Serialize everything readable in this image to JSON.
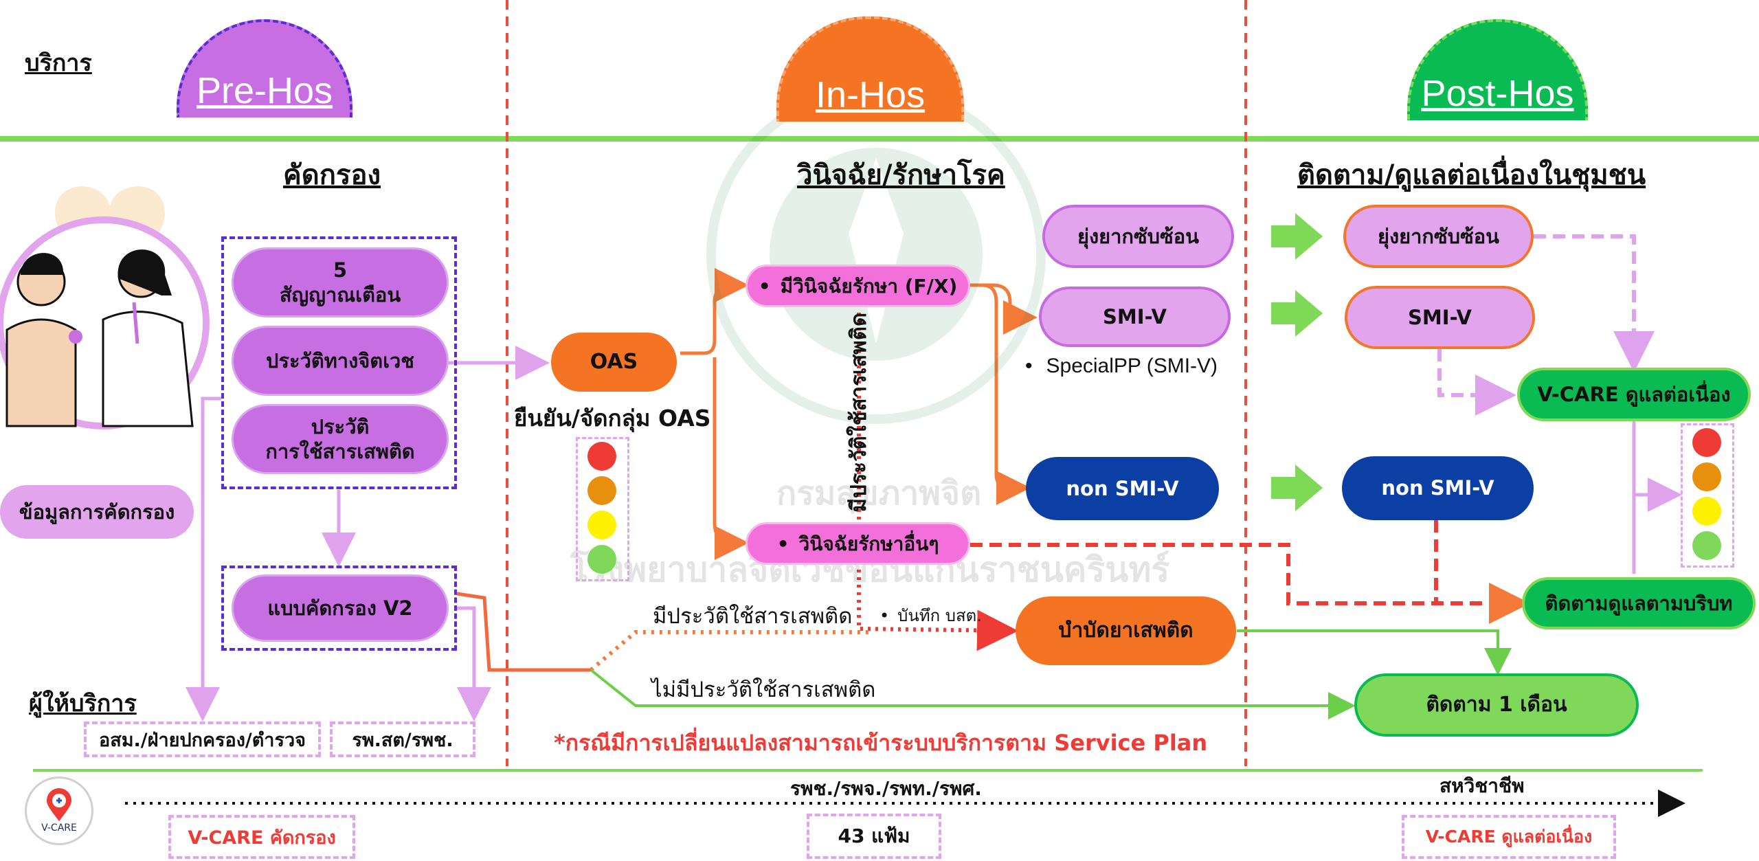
{
  "phases": {
    "service_label": "บริการ",
    "pre": "Pre-Hos",
    "in": "In-Hos",
    "post": "Post-Hos"
  },
  "headings": {
    "screening": "คัดกรอง",
    "diagnosis": "วินิจฉัย/รักษาโรค",
    "followup": "ติดตาม/ดูแลต่อเนื่องในชุมชน"
  },
  "pre_hos": {
    "warning_signs": "5\nสัญญาณเตือน",
    "psych_history": "ประวัติทางจิตเวช",
    "drug_history": "ประวัติ\nการใช้สารเสพติด",
    "screening_form": "แบบคัดกรอง V2",
    "screening_data": "ข้อมูลการคัดกรอง"
  },
  "in_hos": {
    "oas": "OAS",
    "oas_confirm": "ยืนยัน/จัดกลุ่ม OAS",
    "diag_fx": "มีวินิจฉัยรักษา (F/X)",
    "diag_other": "วินิจฉัยรักษาอื่นๆ",
    "vertical_note": "มีประวัติใช้สารเสพติด",
    "complex": "ยุ่งยากซับซ้อน",
    "smiv": "SMI-V",
    "special_pp": "SpecialPP (SMI-V)",
    "non_smiv": "non SMI-V",
    "drug_treatment": "บำบัดยาเสพติด",
    "has_drug_history": "มีประวัติใช้สารเสพติด",
    "record_note": "บันทึก บสต.",
    "no_drug_history": "ไม่มีประวัติใช้สารเสพติด",
    "service_plan_note": "*กรณีมีการเปลี่ยนแปลงสามารถเข้าระบบบริการตาม Service Plan"
  },
  "post_hos": {
    "complex": "ยุ่งยากซับซ้อน",
    "smiv": "SMI-V",
    "non_smiv": "non SMI-V",
    "vcare_continuous": "V-CARE ดูแลต่อเนื่อง",
    "follow_context": "ติดตามดูแลตามบริบท",
    "follow_month": "ติดตาม 1 เดือน"
  },
  "providers": {
    "label": "ผู้ให้บริการ",
    "community": "อสม./ฝ่ายปกครอง/ตำรวจ",
    "clinic": "รพ.สต/รพช.",
    "hospitals": "รพช./รพจ./รพท./รพศ.",
    "multidisciplinary": "สหวิชาชีพ"
  },
  "bottom": {
    "logo_text": "V-CARE",
    "vcare_screening": "V-CARE คัดกรอง",
    "files": "43 แฟ้ม",
    "vcare_continuous": "V-CARE ดูแลต่อเนื่อง"
  },
  "watermark": {
    "line1": "กรมสุขภาพจิต",
    "line2": "โรงพยาบาลจิตเวชขอนแก่นราชนครินทร์"
  },
  "colors": {
    "red": "#ef3b36",
    "orange": "#f47423",
    "yellow": "#fff200",
    "green": "#7fd85a",
    "purple": "#c86ee3",
    "navy": "#0b3fa4",
    "divider": "#7ed957"
  }
}
